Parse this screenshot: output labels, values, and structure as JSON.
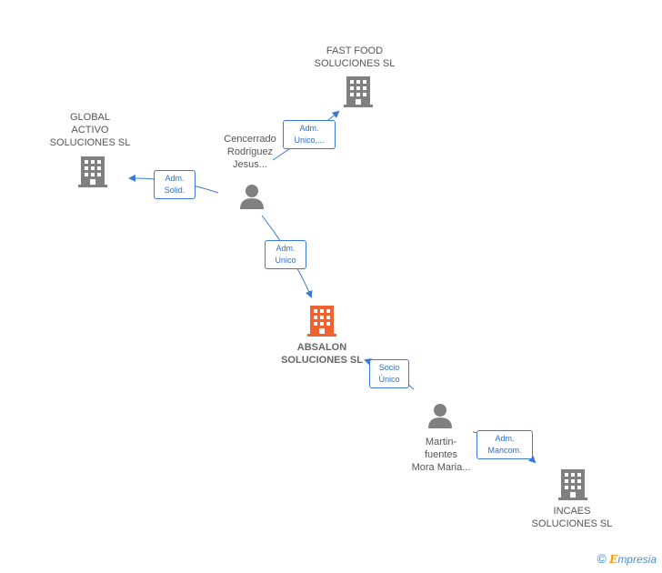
{
  "colors": {
    "edge": "#3a7ad6",
    "company": "#808080",
    "company_main": "#f06331",
    "person": "#808080"
  },
  "nodes": {
    "fast_food": {
      "lines": [
        "FAST FOOD",
        "SOLUCIONES SL"
      ],
      "icon": "building-icon"
    },
    "global_activo": {
      "lines": [
        "GLOBAL",
        "ACTIVO",
        "SOLUCIONES SL"
      ],
      "icon": "building-icon"
    },
    "cencerrado": {
      "lines": [
        "Cencerrado",
        "Rodriguez",
        "Jesus..."
      ],
      "icon": "person-icon"
    },
    "absalon": {
      "lines": [
        "ABSALON",
        "SOLUCIONES SL"
      ],
      "icon": "building-icon"
    },
    "martin": {
      "lines": [
        "Martin-",
        "fuentes",
        "Mora Maria..."
      ],
      "icon": "person-icon"
    },
    "incaes": {
      "lines": [
        "INCAES",
        "SOLUCIONES SL"
      ],
      "icon": "building-icon"
    }
  },
  "edges": {
    "cencerrado_fast_food": [
      "Adm.",
      "Unico,..."
    ],
    "cencerrado_global": [
      "Adm.",
      "Solid."
    ],
    "cencerrado_absalon": [
      "Adm.",
      "Unico"
    ],
    "martin_absalon": [
      "Socio",
      "Único"
    ],
    "martin_incaes": [
      "Adm.",
      "Mancom."
    ]
  },
  "brand": {
    "copyright": "©",
    "e": "E",
    "rest": "mpresia"
  }
}
